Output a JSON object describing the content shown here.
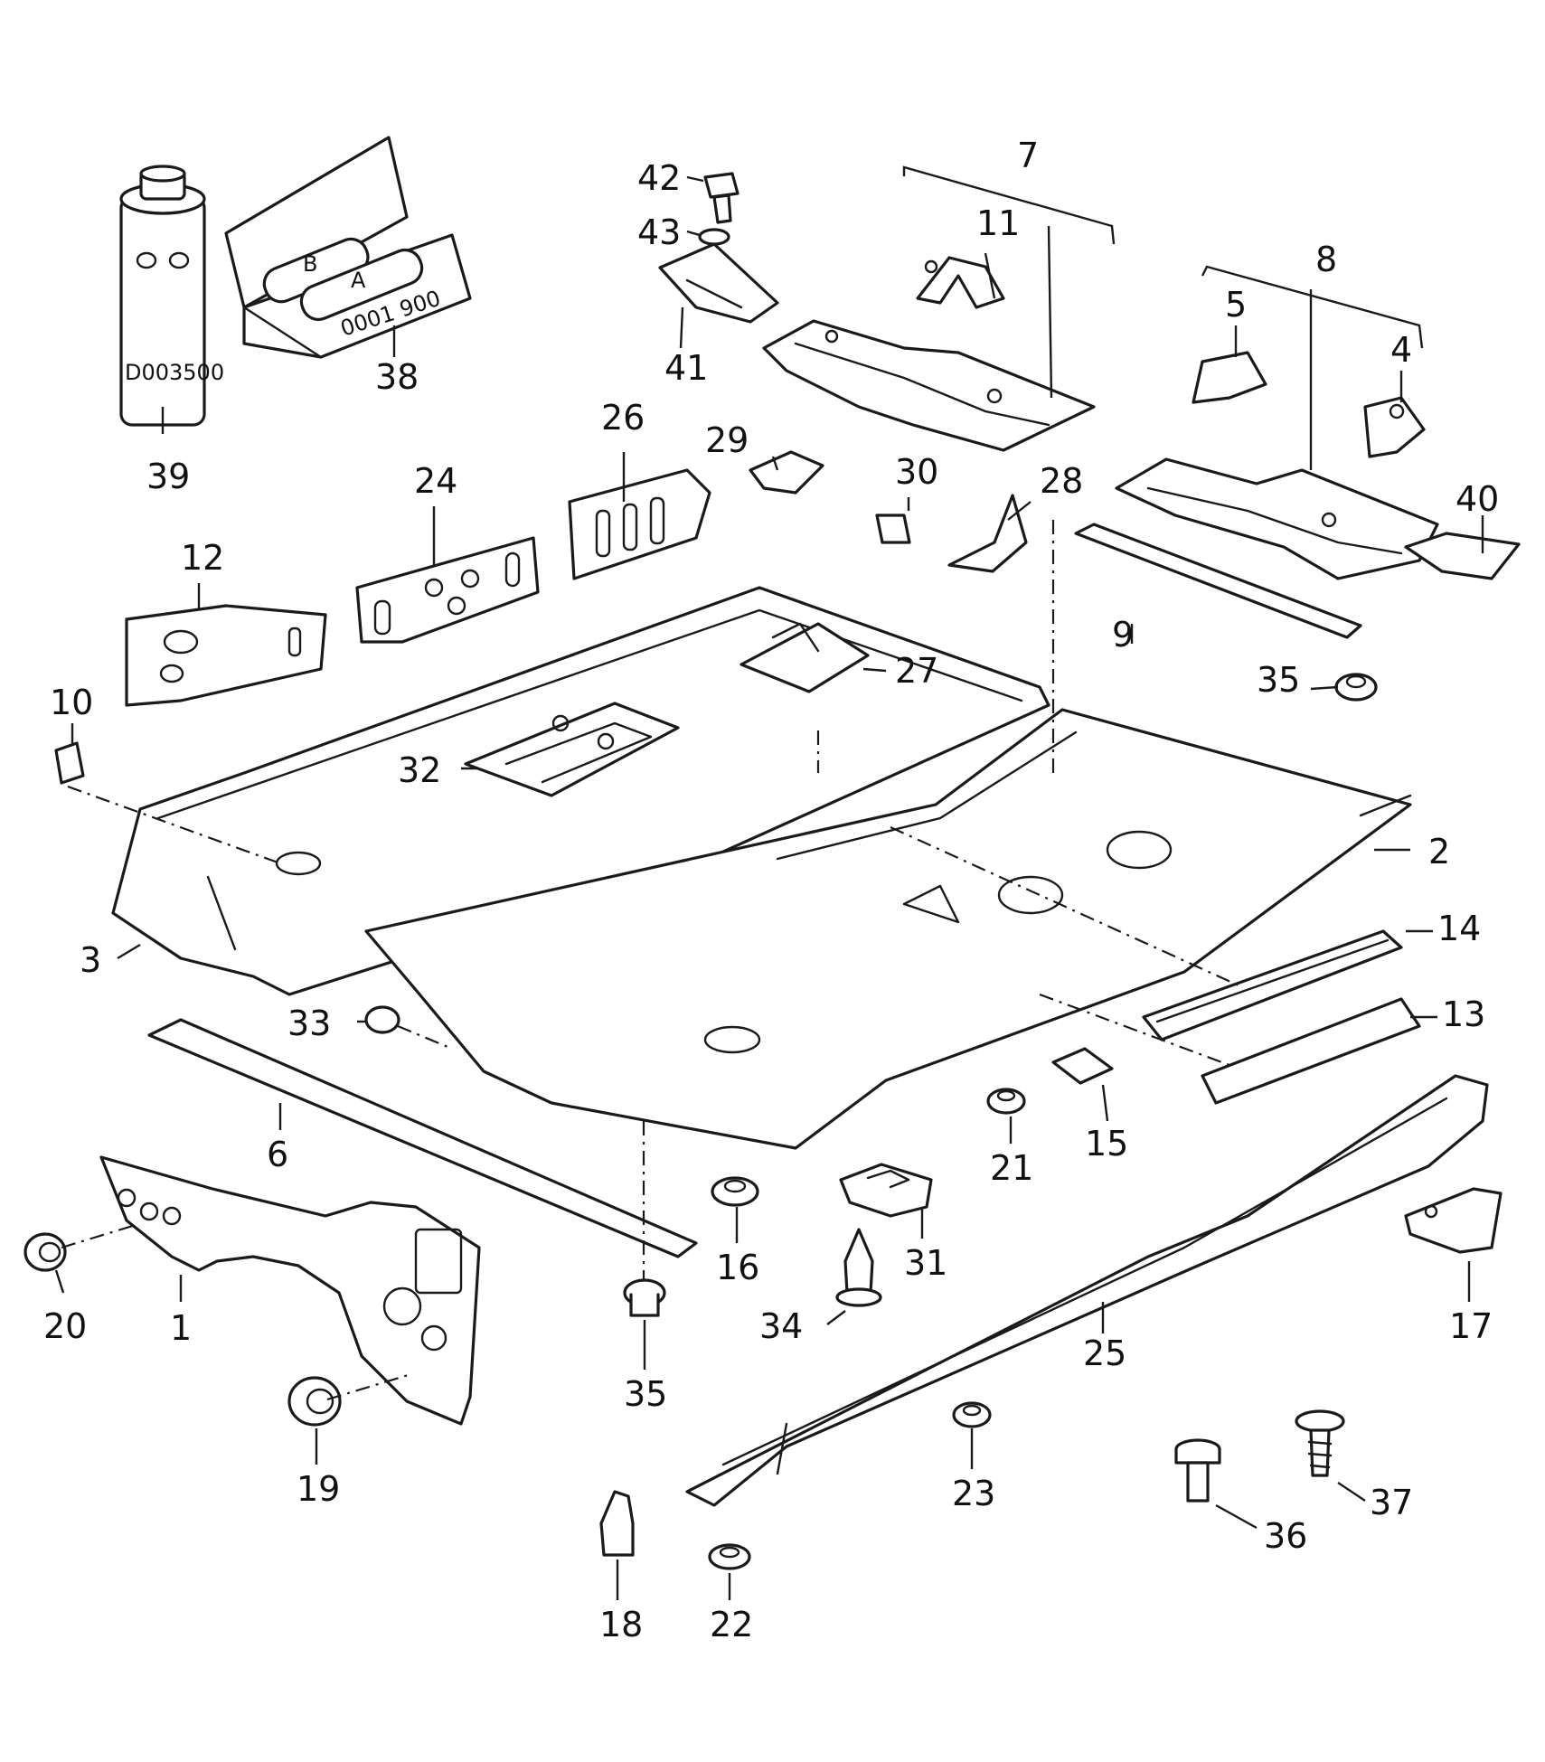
{
  "callouts": {
    "c1": "1",
    "c2": "2",
    "c3": "3",
    "c4": "4",
    "c5": "5",
    "c6": "6",
    "c7": "7",
    "c8": "8",
    "c9": "9",
    "c10": "10",
    "c11": "11",
    "c12": "12",
    "c13": "13",
    "c14": "14",
    "c15": "15",
    "c16": "16",
    "c17": "17",
    "c18": "18",
    "c19": "19",
    "c20": "20",
    "c21": "21",
    "c22": "22",
    "c23": "23",
    "c24": "24",
    "c25": "25",
    "c26": "26",
    "c27": "27",
    "c28": "28",
    "c29": "29",
    "c30": "30",
    "c31": "31",
    "c32": "32",
    "c33": "33",
    "c34": "34",
    "c35a": "35",
    "c35b": "35",
    "c36": "36",
    "c37": "37",
    "c38": "38",
    "c39": "39",
    "c40": "40",
    "c41": "41",
    "c42": "42",
    "c43": "43"
  },
  "printed": {
    "can_code": "D003500",
    "kit_code": "0001 900",
    "tube_b": "B",
    "tube_a": "A"
  },
  "colors": {
    "line": "#1a1a1a",
    "background": "#ffffff"
  }
}
